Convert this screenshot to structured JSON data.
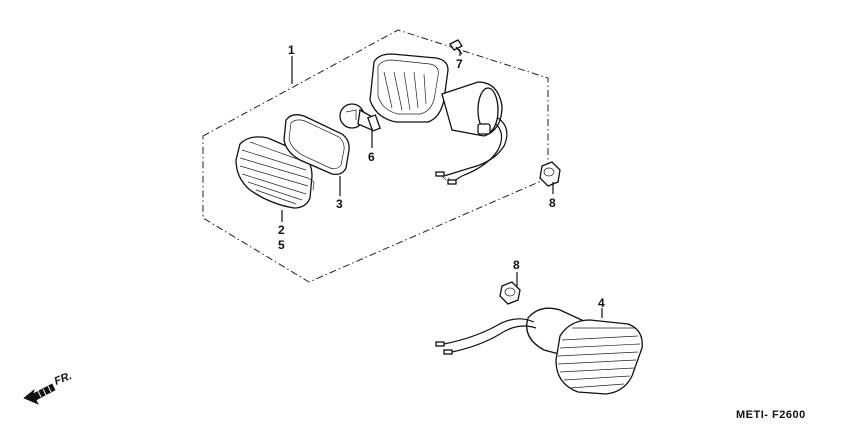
{
  "callouts": {
    "c1": "1",
    "c2": "2",
    "c3": "3",
    "c4": "4",
    "c5": "5",
    "c6": "6",
    "c7": "7",
    "c8a": "8",
    "c8b": "8"
  },
  "diagram_code": "METI- F2600",
  "front_marker": "FR."
}
